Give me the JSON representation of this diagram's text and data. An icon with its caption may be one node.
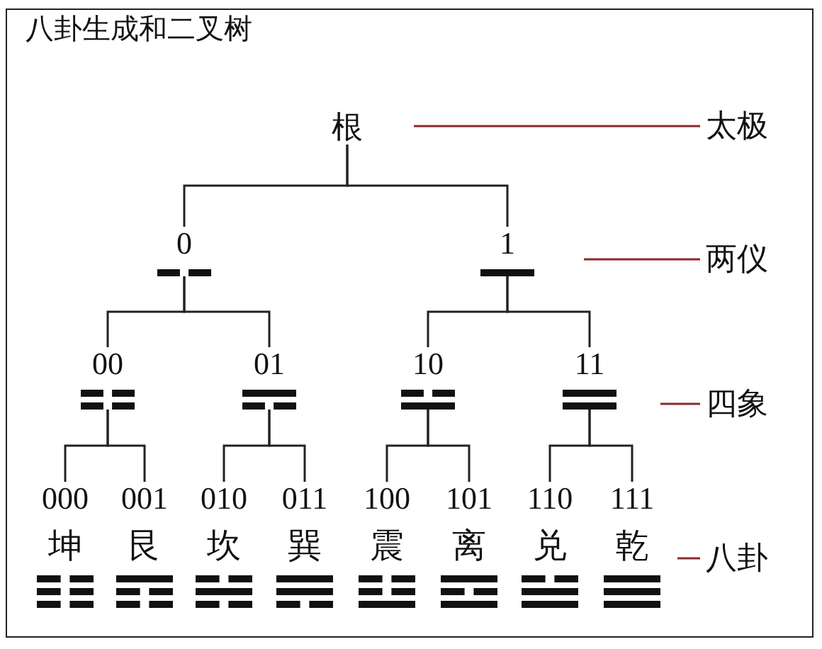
{
  "diagram": {
    "title": "八卦生成和二叉树",
    "nodes": [
      {
        "text": [
          "根"
        ]
      },
      {
        "text": [
          "0"
        ]
      },
      {
        "text": [
          "1"
        ]
      },
      {
        "text": [
          "00"
        ]
      },
      {
        "text": [
          "01"
        ]
      },
      {
        "text": [
          "10"
        ]
      },
      {
        "text": [
          "11"
        ]
      },
      {
        "text": [
          "000",
          "坤"
        ]
      },
      {
        "text": [
          "001",
          "艮"
        ]
      },
      {
        "text": [
          "010",
          "坎"
        ]
      },
      {
        "text": [
          "011",
          "巽"
        ]
      },
      {
        "text": [
          "100",
          "震"
        ]
      },
      {
        "text": [
          "101",
          "离"
        ]
      },
      {
        "text": [
          "110",
          "兑"
        ]
      },
      {
        "text": [
          "111",
          "乾"
        ]
      },
      {
        "text": [
          "太极"
        ]
      },
      {
        "text": [
          "两仪"
        ]
      },
      {
        "text": [
          "四象"
        ]
      },
      {
        "text": [
          "八卦"
        ]
      }
    ],
    "edges": [
      {
        "from": 0,
        "to": 1,
        "arrow": "none"
      },
      {
        "from": 0,
        "to": 2,
        "arrow": "none"
      },
      {
        "from": 1,
        "to": 3,
        "arrow": "none"
      },
      {
        "from": 1,
        "to": 4,
        "arrow": "none"
      },
      {
        "from": 2,
        "to": 5,
        "arrow": "none"
      },
      {
        "from": 2,
        "to": 6,
        "arrow": "none"
      },
      {
        "from": 3,
        "to": 7,
        "arrow": "none"
      },
      {
        "from": 3,
        "to": 8,
        "arrow": "none"
      },
      {
        "from": 4,
        "to": 9,
        "arrow": "none"
      },
      {
        "from": 4,
        "to": 10,
        "arrow": "none"
      },
      {
        "from": 5,
        "to": 11,
        "arrow": "none"
      },
      {
        "from": 5,
        "to": 12,
        "arrow": "none"
      },
      {
        "from": 6,
        "to": 13,
        "arrow": "none"
      },
      {
        "from": 6,
        "to": 14,
        "arrow": "none"
      },
      {
        "from": 15,
        "to": null,
        "arrow": "none",
        "color": "#8b2a2a"
      },
      {
        "from": 16,
        "to": null,
        "arrow": "none",
        "color": "#8b2a2a"
      },
      {
        "from": 17,
        "to": null,
        "arrow": "none",
        "color": "#8b2a2a"
      },
      {
        "from": 18,
        "to": null,
        "arrow": "none",
        "color": "#8b2a2a"
      }
    ]
  }
}
